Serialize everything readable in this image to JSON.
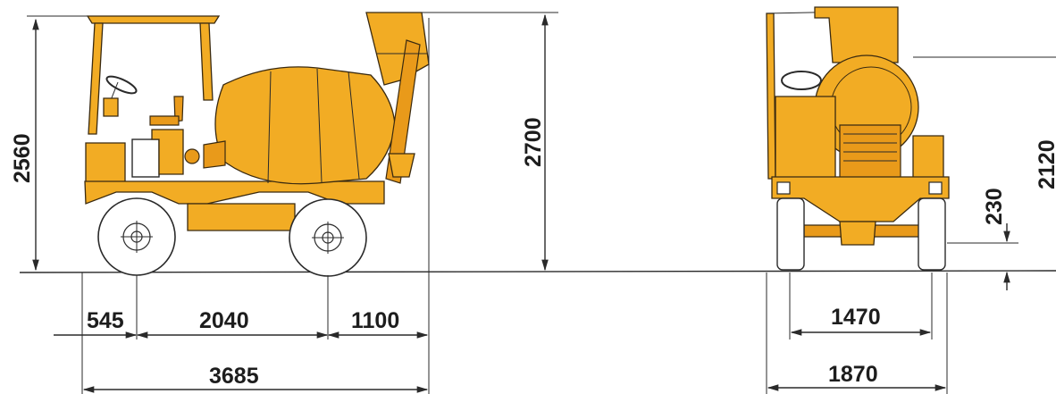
{
  "diagram": {
    "colors": {
      "machine": "#f2ac24",
      "machine_shadow": "#e99a1a",
      "lines": "#2a2a2a",
      "background": "#ffffff"
    },
    "side_view": {
      "height_total": "2560",
      "height_with_drum": "2700",
      "front_overhang": "545",
      "wheelbase": "2040",
      "rear_overhang": "1100",
      "overall_length": "3685"
    },
    "front_view": {
      "track_width": "1470",
      "overall_width": "1870",
      "ground_clearance": "230",
      "discharge_height": "2120"
    }
  }
}
